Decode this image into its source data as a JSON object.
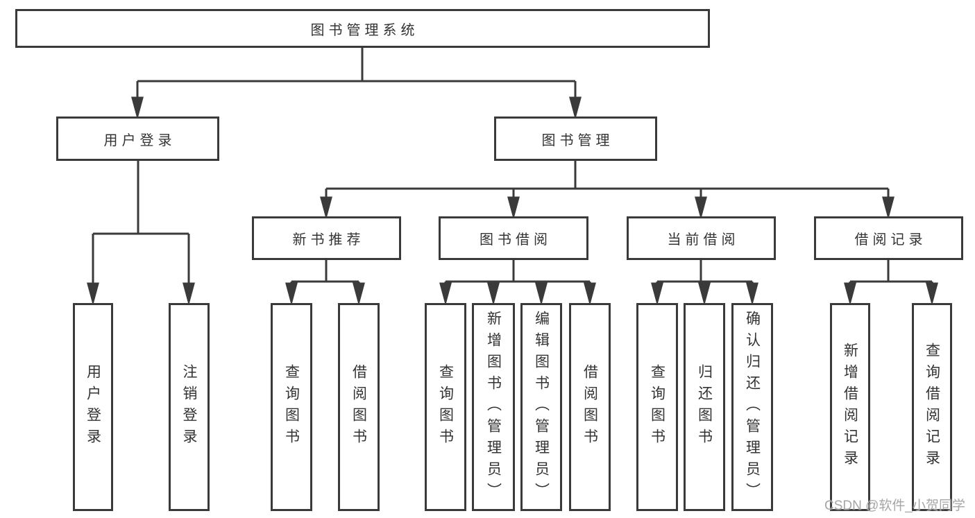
{
  "tree": {
    "label": "图书管理系统",
    "children": [
      {
        "label": "用户登录",
        "children": [
          {
            "label": "用户登录"
          },
          {
            "label": "注销登录"
          }
        ]
      },
      {
        "label": "图书管理",
        "children": [
          {
            "label": "新书推荐",
            "children": [
              {
                "label": "查询图书"
              },
              {
                "label": "借阅图书"
              }
            ]
          },
          {
            "label": "图书借阅",
            "children": [
              {
                "label": "查询图书"
              },
              {
                "label": "新增图书（管理员）"
              },
              {
                "label": "编辑图书（管理员）"
              },
              {
                "label": "借阅图书"
              }
            ]
          },
          {
            "label": "当前借阅",
            "children": [
              {
                "label": "查询图书"
              },
              {
                "label": "归还图书"
              },
              {
                "label": "确认归还（管理员）"
              }
            ]
          },
          {
            "label": "借阅记录",
            "children": [
              {
                "label": "新增借阅记录"
              },
              {
                "label": "查询借阅记录"
              }
            ]
          }
        ]
      }
    ]
  },
  "watermark": "CSDN @软件_小贺同学",
  "colors": {
    "line": "#3a3a3a",
    "text": "#333333",
    "watermark": "#9e9e9e",
    "background": "#ffffff"
  }
}
